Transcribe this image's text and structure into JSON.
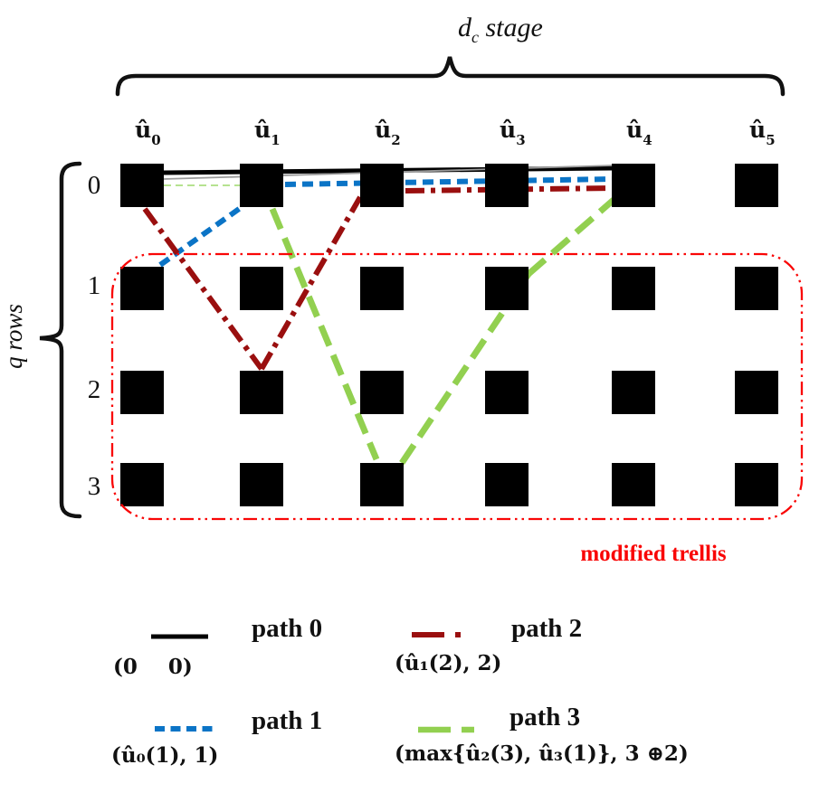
{
  "diagram": {
    "top_brace_label": {
      "base": "d",
      "sub": "c",
      "rest": " stage"
    },
    "left_brace_label": "q rows",
    "column_labels": [
      {
        "base": "û",
        "sub": "0"
      },
      {
        "base": "û",
        "sub": "1"
      },
      {
        "base": "û",
        "sub": "2"
      },
      {
        "base": "û",
        "sub": "3"
      },
      {
        "base": "û",
        "sub": "4"
      },
      {
        "base": "û",
        "sub": "5"
      }
    ],
    "row_labels": [
      "0",
      "1",
      "2",
      "3"
    ],
    "box_label": "modified trellis",
    "colors": {
      "path0": "#000000",
      "path0_shadow": "#9a9a9a",
      "path1": "#0b74c6",
      "path2": "#9a0f0f",
      "path3": "#92d050",
      "path3_thin": "#9ed86b",
      "modified_box": "#f90606",
      "node": "#000000"
    },
    "grid": {
      "columns": 6,
      "rows": 4,
      "col_x": [
        157,
        289,
        422,
        560,
        700,
        836
      ],
      "row_y": [
        205,
        319,
        434,
        536
      ],
      "node_size": 48
    },
    "paths": [
      {
        "id": "path0",
        "color": "#000000",
        "width": 5,
        "dash": "",
        "segments": [
          [
            181,
            191,
            676,
            186
          ]
        ]
      },
      {
        "id": "path0-shadow",
        "color": "#9a9a9a",
        "width": 1.8,
        "dash": "",
        "segments": [
          [
            181,
            198,
            676,
            183
          ]
        ]
      },
      {
        "id": "path1",
        "color": "#0b74c6",
        "width": 6,
        "dash": "12 7",
        "segments": [
          [
            177,
            293,
            267,
            229
          ],
          [
            315,
            204,
            676,
            198
          ]
        ]
      },
      {
        "id": "path2",
        "color": "#9a0f0f",
        "width": 6,
        "dash": "21 7 5 7",
        "segments": [
          [
            160,
            231,
            289,
            408
          ],
          [
            289,
            408,
            398,
            218
          ],
          [
            448,
            211,
            675,
            208
          ]
        ]
      },
      {
        "id": "path3-entry",
        "color": "#9ed86b",
        "width": 1.6,
        "dash": "8 5",
        "segments": [
          [
            181,
            205,
            265,
            205
          ]
        ]
      },
      {
        "id": "path3",
        "color": "#92d050",
        "width": 7,
        "dash": "24 11",
        "segments": [
          [
            301,
            231,
            416,
            508
          ],
          [
            444,
            512,
            584,
            303
          ],
          [
            584,
            303,
            678,
            221
          ]
        ]
      }
    ]
  },
  "legend": {
    "items": [
      {
        "name": "path 0",
        "tuple": "(0 0)",
        "color": "#000000",
        "sample_dash": "",
        "sample_width": 5
      },
      {
        "name": "path 1",
        "tuple": "(û₀(1), 1)",
        "color": "#0b74c6",
        "sample_dash": "11 6.5",
        "sample_width": 6
      },
      {
        "name": "path 2",
        "tuple": "(û₁(2), 2)",
        "color": "#9a0f0f",
        "sample_dash": "36 12 6 70",
        "sample_width": 6
      },
      {
        "name": "path 3",
        "tuple": "(max{û₂(3), û₃(1)}, 3 ⊕2)",
        "color": "#92d050",
        "sample_dash": "36 12 14 70",
        "sample_width": 6.5
      }
    ]
  }
}
